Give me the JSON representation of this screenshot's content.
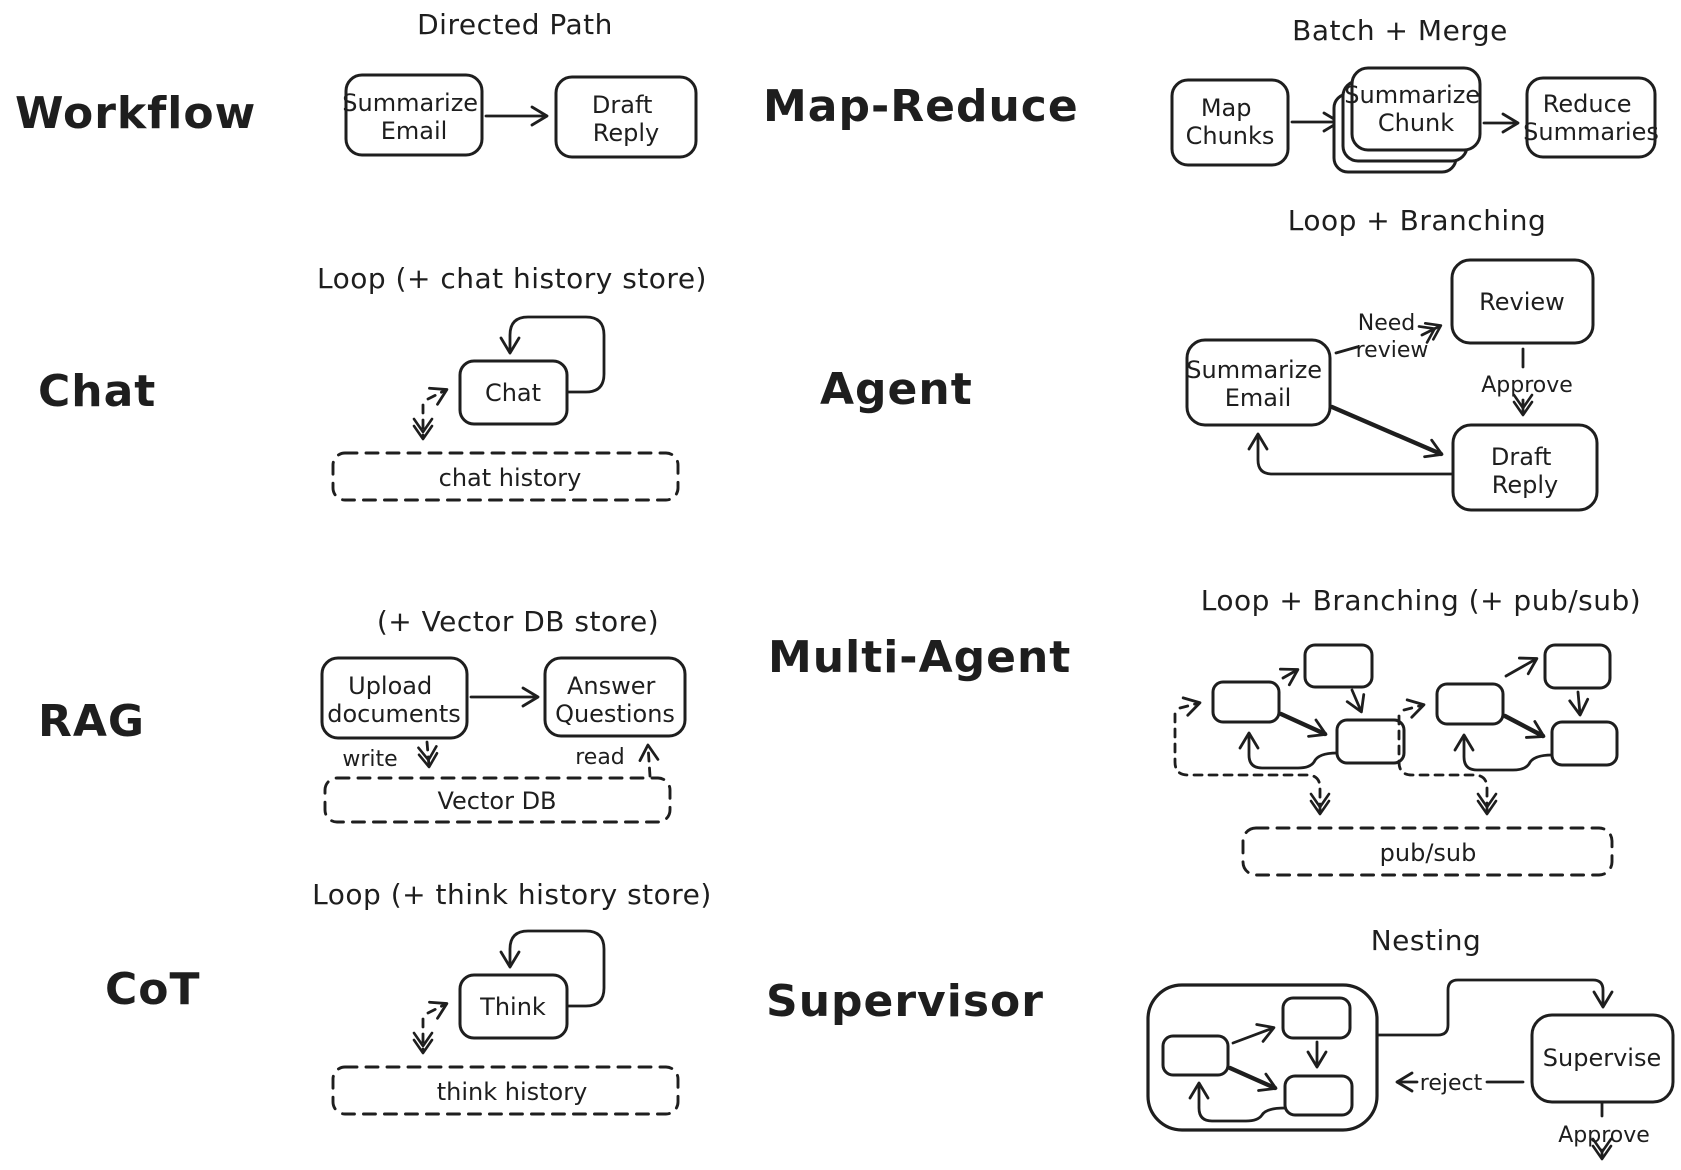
{
  "palette": {
    "ink": "#1e1e1e",
    "background": "#ffffff"
  },
  "workflow": {
    "label": "Workflow",
    "title": "Directed Path",
    "summarize_email": [
      "Summarize",
      "Email"
    ],
    "draft_reply": [
      "Draft",
      "Reply"
    ]
  },
  "map_reduce": {
    "label": "Map-Reduce",
    "title": "Batch + Merge",
    "map_chunks": [
      "Map",
      "Chunks"
    ],
    "summarize_chunk": [
      "Summarize",
      "Chunk"
    ],
    "reduce_summaries": [
      "Reduce",
      "Summaries"
    ]
  },
  "chat": {
    "label": "Chat",
    "title": "Loop (+ chat history store)",
    "node": "Chat",
    "store": "chat history"
  },
  "agent": {
    "label": "Agent",
    "title": "Loop + Branching",
    "summarize_email": [
      "Summarize",
      "Email"
    ],
    "review": "Review",
    "draft_reply": [
      "Draft",
      "Reply"
    ],
    "need_review": [
      "Need",
      "review"
    ],
    "approve": "Approve"
  },
  "rag": {
    "label": "RAG",
    "title": "(+ Vector DB store)",
    "upload_documents": [
      "Upload",
      "documents"
    ],
    "answer_questions": [
      "Answer",
      "Questions"
    ],
    "write": "write",
    "read": "read",
    "store": "Vector DB"
  },
  "multi_agent": {
    "label": "Multi-Agent",
    "title": "Loop + Branching (+ pub/sub)",
    "store": "pub/sub"
  },
  "cot": {
    "label": "CoT",
    "title": "Loop (+ think history store)",
    "node": "Think",
    "store": "think history"
  },
  "supervisor": {
    "label": "Supervisor",
    "title": "Nesting",
    "supervise": "Supervise",
    "reject": "reject",
    "approve": "Approve"
  }
}
